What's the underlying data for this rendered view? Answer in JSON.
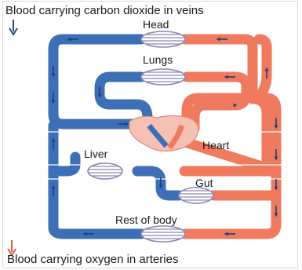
{
  "legend": {
    "veins": "Blood carrying carbon dioxide in veins",
    "arteries": "Blood carrying oxygen in arteries"
  },
  "organs": {
    "head": "Head",
    "lungs": "Lungs",
    "heart": "Heart",
    "liver": "Liver",
    "gut": "Gut",
    "rest_of_body": "Rest of body"
  },
  "colors": {
    "deoxygenated_blood": "#3d6fb6",
    "oxygenated_blood": "#f07a5e",
    "heart": "#f6c1b4",
    "capillary": "#8a86b8",
    "arrow": "#1f3f73"
  },
  "icons": {
    "veins_key": "down-arrow-blue",
    "arteries_key": "down-arrow-red",
    "flow": "arrowhead"
  }
}
